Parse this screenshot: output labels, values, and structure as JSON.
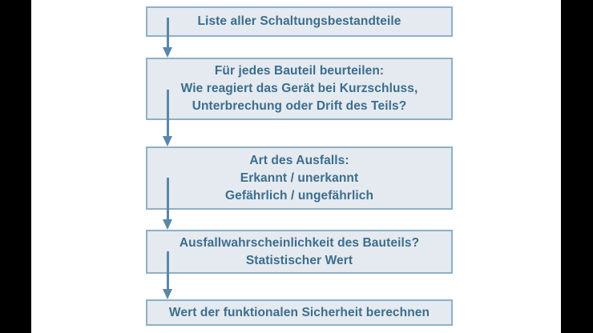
{
  "diagram": {
    "type": "flowchart",
    "orientation": "vertical-top-down",
    "colors": {
      "node_fill": "#e4eaef",
      "node_border": "#8fb0c6",
      "text": "#3c6d8e",
      "arrow": "#5a87a8",
      "canvas": "#ffffff",
      "letterbox": "#000000"
    },
    "nodes": [
      {
        "id": "node-1",
        "name": "liste-aller-schaltungsbestandteile",
        "lines": [
          "Liste aller Schaltungsbestandteile"
        ]
      },
      {
        "id": "node-2",
        "name": "fuer-jedes-bauteil-beurteilen",
        "lines": [
          "Für jedes Bauteil beurteilen:",
          "Wie reagiert das Gerät bei Kurzschluss,",
          "Unterbrechung oder Drift des Teils?"
        ]
      },
      {
        "id": "node-3",
        "name": "art-des-ausfalls",
        "lines": [
          "Art des Ausfalls:",
          "Erkannt / unerkannt",
          "Gefährlich / ungefährlich"
        ]
      },
      {
        "id": "node-4",
        "name": "ausfallwahrscheinlichkeit",
        "lines": [
          "Ausfallwahrscheinlichkeit des Bauteils?",
          "Statistischer Wert"
        ]
      },
      {
        "id": "node-5",
        "name": "wert-der-funktionalen-sicherheit",
        "lines": [
          "Wert der funktionalen Sicherheit berechnen"
        ]
      }
    ],
    "connectors": [
      {
        "id": "conn-1",
        "from": "node-1",
        "to": "node-2",
        "icon": "down-arrow-icon"
      },
      {
        "id": "conn-2",
        "from": "node-2",
        "to": "node-3",
        "icon": "down-arrow-icon"
      },
      {
        "id": "conn-3",
        "from": "node-3",
        "to": "node-4",
        "icon": "down-arrow-icon"
      },
      {
        "id": "conn-4",
        "from": "node-4",
        "to": "node-5",
        "icon": "down-arrow-icon"
      }
    ]
  }
}
